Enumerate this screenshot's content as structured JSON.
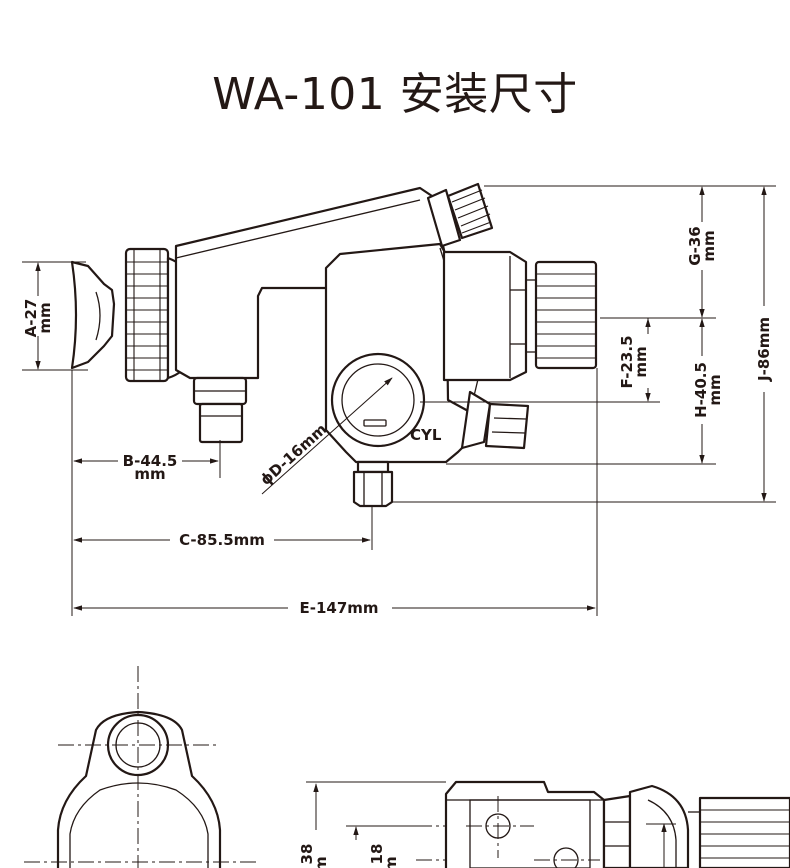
{
  "title": "WA-101 安装尺寸",
  "dimensions": {
    "A": {
      "label": "A-27",
      "unit": "mm"
    },
    "B": {
      "label": "B-44.5",
      "unit": "mm"
    },
    "C": {
      "label": "C-85.5mm"
    },
    "D": {
      "label": "ϕD-16mm"
    },
    "E": {
      "label": "E-147mm"
    },
    "F": {
      "label": "F-23.5",
      "unit": "mm"
    },
    "G": {
      "label": "G-36",
      "unit": "mm"
    },
    "H": {
      "label": "H-40.5",
      "unit": "mm"
    },
    "J": {
      "label": "J-86mm"
    },
    "cyl": {
      "label": "CYL"
    },
    "bottom_left": {
      "label": "38",
      "unit": "mm"
    },
    "bottom_mid": {
      "label": "18",
      "unit": "mm"
    }
  },
  "colors": {
    "line": "#231815",
    "background": "#ffffff"
  }
}
